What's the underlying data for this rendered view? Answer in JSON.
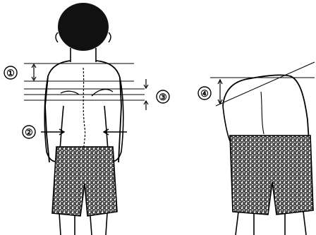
{
  "markers": [
    {
      "label": "①"
    },
    {
      "label": "②"
    },
    {
      "label": "③"
    },
    {
      "label": "④"
    }
  ],
  "colors": {
    "ink": "#000000",
    "paper": "#ffffff"
  }
}
